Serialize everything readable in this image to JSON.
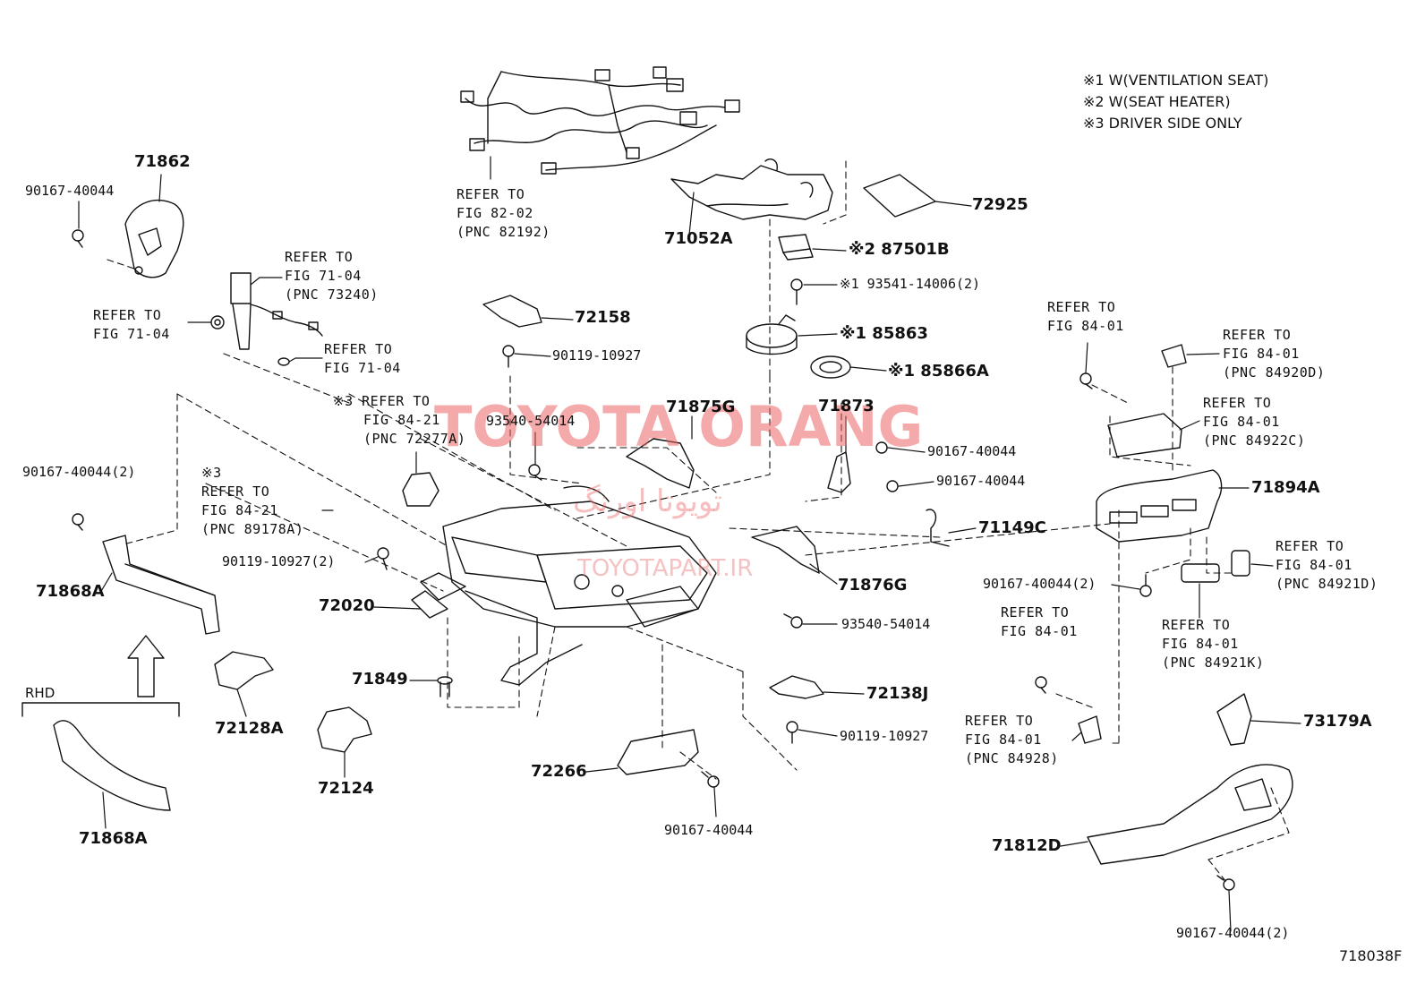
{
  "notes": [
    "※1  W(VENTILATION  SEAT)",
    "※2  W(SEAT  HEATER)",
    "※3  DRIVER SIDE ONLY"
  ],
  "watermark": {
    "brand": "TOYOTA ORANG",
    "persian": "تویوتا اورنگ",
    "url": "TOYOTAPART.IR"
  },
  "figure_id": "718038F",
  "rhd": "RHD",
  "labels": {
    "p71862": "71862",
    "p90167_tl": "90167-40044",
    "ref7104_a": [
      "REFER TO",
      "FIG 71-04",
      "(PNC 73240)"
    ],
    "ref7104_b": [
      "REFER TO",
      "FIG 71-04"
    ],
    "ref7104_c": [
      "REFER TO",
      "FIG 71-04"
    ],
    "ref8202": [
      "REFER TO",
      "FIG 82-02",
      "(PNC 82192)"
    ],
    "p71052A": "71052A",
    "p72925": "72925",
    "p87501B": "※2 87501B",
    "p93541": "※1 93541-14006(2)",
    "p85863": "※1 85863",
    "p85866A": "※1 85866A",
    "p72158": "72158",
    "p90119_a": "90119-10927",
    "ref8421_a": [
      "※3 REFER TO",
      "FIG 84-21",
      "(PNC 72277A)"
    ],
    "p93540_a": "93540-54014",
    "p71875G": "71875G",
    "p71873": "71873",
    "p90167_2": "90167-40044(2)",
    "ref8421_b": [
      "※3",
      "REFER TO",
      "FIG 84-21",
      "(PNC 89178A)"
    ],
    "p90119_2": "90119-10927(2)",
    "p71868A_1": "71868A",
    "p72020": "72020",
    "p71849": "71849",
    "p72128A": "72128A",
    "p72124": "72124",
    "p71868A_2": "71868A",
    "p90167_m1": "90167-40044",
    "p90167_m2": "90167-40044",
    "p71149C": "71149C",
    "p71876G": "71876G",
    "p93540_b": "93540-54014",
    "p72138J": "72138J",
    "p90119_b": "90119-10927",
    "p72266": "72266",
    "p90167_bot": "90167-40044",
    "ref8401_a": [
      "REFER TO",
      "FIG 84-01"
    ],
    "ref8401_b": [
      "REFER TO",
      "FIG 84-01",
      "(PNC 84920D)"
    ],
    "ref8401_c": [
      "REFER TO",
      "FIG 84-01",
      "(PNC 84922C)"
    ],
    "p71894A": "71894A",
    "ref8401_d": [
      "REFER TO",
      "FIG 84-01",
      "(PNC 84921D)"
    ],
    "p90167_r2": "90167-40044(2)",
    "ref8401_e": [
      "REFER TO",
      "FIG 84-01",
      "(PNC 84921K)"
    ],
    "ref8401_f": [
      "REFER TO",
      "FIG 84-01"
    ],
    "ref8401_g": [
      "REFER TO",
      "FIG 84-01",
      "(PNC 84928)"
    ],
    "p73179A": "73179A",
    "p71812D": "71812D",
    "p90167_br": "90167-40044(2)"
  }
}
